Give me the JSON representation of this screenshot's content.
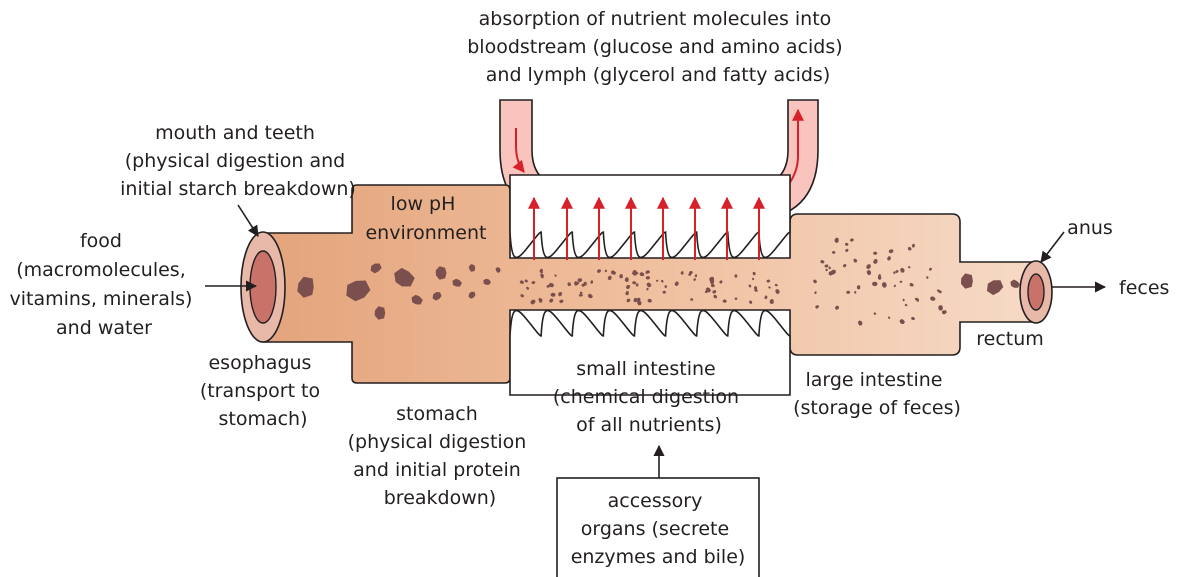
{
  "labels": {
    "absorption": [
      "absorption of nutrient molecules into",
      "bloodstream (glucose and amino acids)",
      "and lymph (glycerol and fatty acids)"
    ],
    "mouth": [
      "mouth and teeth",
      "(physical digestion and",
      "initial starch breakdown)"
    ],
    "food": [
      "food",
      "(macromolecules,",
      "vitamins, minerals)",
      "and water"
    ],
    "low_ph": [
      "low pH",
      "environment"
    ],
    "esophagus": [
      "esophagus",
      "(transport to",
      "stomach)"
    ],
    "stomach": [
      "stomach",
      "(physical digestion",
      "and initial protein",
      "breakdown)"
    ],
    "small_intestine": [
      "small intestine",
      "(chemical digestion",
      "of all nutrients)"
    ],
    "accessory": [
      "accessory",
      "organs (secrete",
      "enzymes and bile)"
    ],
    "large_intestine": [
      "large intestine",
      "(storage of feces)"
    ],
    "anus": "anus",
    "rectum": "rectum",
    "feces": "feces"
  },
  "colors": {
    "tube_dark": "#e3a47c",
    "tube_light": "#f6dac6",
    "lumen": "#c9726a",
    "rim": "#e8b9a9",
    "food_particle": "#7b4f4d",
    "blood_vessel": "#f8c4bd",
    "absorption_arrow": "#d7202a",
    "outline": "#231f20"
  }
}
